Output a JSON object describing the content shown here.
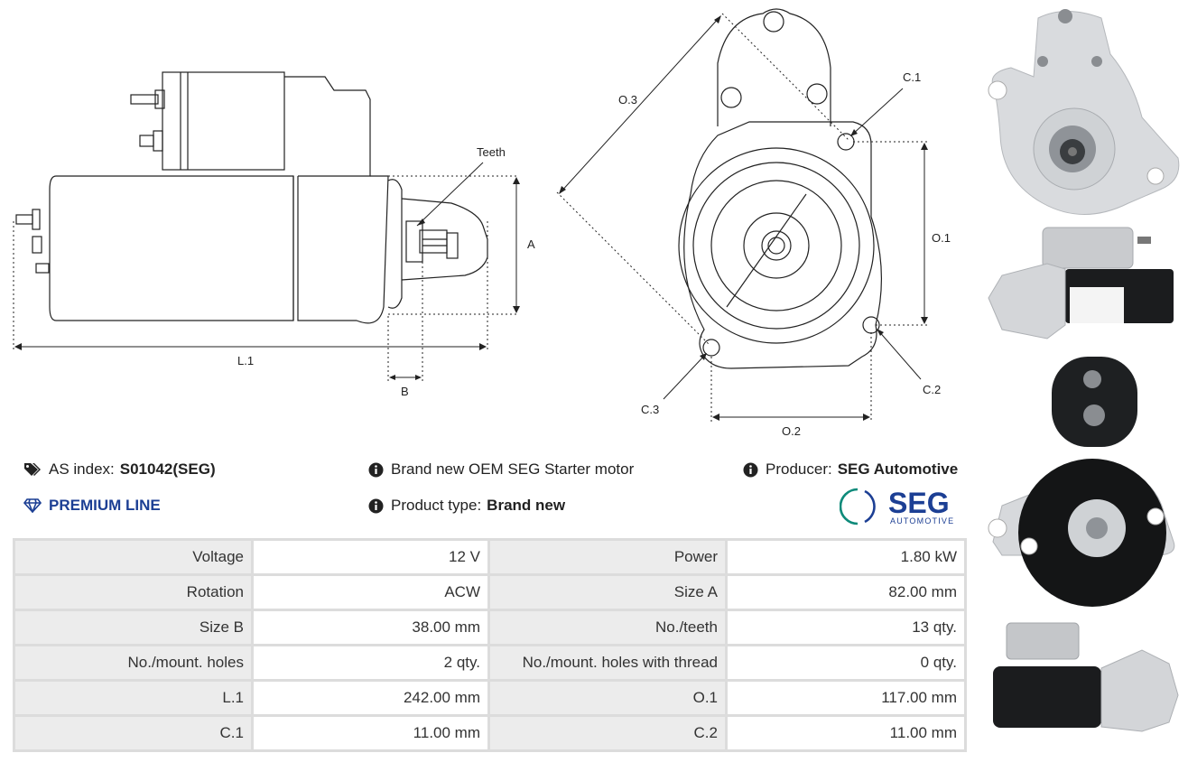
{
  "drawing_labels": {
    "teeth": "Teeth",
    "a": "A",
    "b": "B",
    "l1": "L.1",
    "o1": "O.1",
    "o2": "O.2",
    "o3": "O.3",
    "c1": "C.1",
    "c2": "C.2",
    "c3": "C.3"
  },
  "info": {
    "as_index_label": "AS index:",
    "as_index_value": "S01042(SEG)",
    "premium": "PREMIUM LINE",
    "description": "Brand new OEM SEG Starter motor",
    "product_type_label": "Product type:",
    "product_type_value": "Brand new",
    "producer_label": "Producer:",
    "producer_value": "SEG Automotive"
  },
  "logo": {
    "brand": "SEG",
    "sub": "AUTOMOTIVE",
    "color": "#1c3f94",
    "ring_color": "#0d8a7a"
  },
  "specs": [
    [
      "Voltage",
      "12 V",
      "Power",
      "1.80 kW"
    ],
    [
      "Rotation",
      "ACW",
      "Size A",
      "82.00 mm"
    ],
    [
      "Size B",
      "38.00 mm",
      "No./teeth",
      "13 qty."
    ],
    [
      "No./mount. holes",
      "2 qty.",
      "No./mount. holes with thread",
      "0 qty."
    ],
    [
      "L.1",
      "242.00 mm",
      "O.1",
      "117.00 mm"
    ],
    [
      "C.1",
      "11.00 mm",
      "C.2",
      "11.00 mm"
    ]
  ]
}
